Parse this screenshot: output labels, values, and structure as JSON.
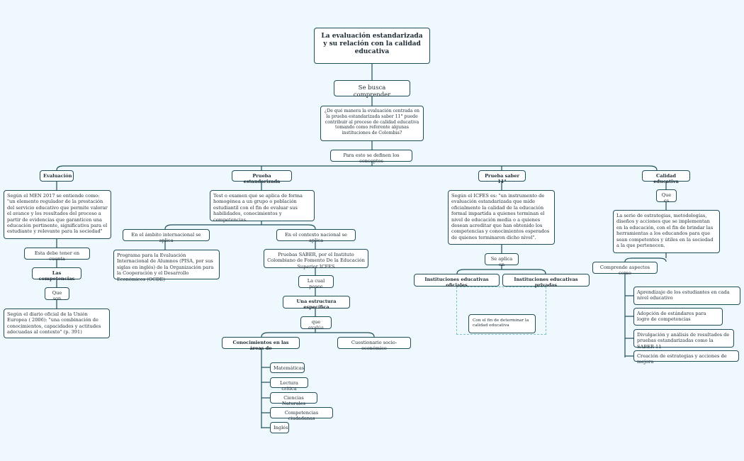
{
  "root": {
    "title": "La evaluación estandarizada y su relación con la calidad educativa"
  },
  "busca": "Se busca comprender",
  "pregunta": "¿De qué manera la evaluación centrada en la prueba estandarizada saber 11° puede contribuir al proceso de calidad educativa tomando como referente algunas instituciones de Colombia?",
  "para_esto": "Para esto se definen los conceptos",
  "evaluacion": {
    "title": "Evaluación",
    "def": "Según el MEN 2017 se entiende como: \"un elemento regulador de la prestación del servicio educativo que permite valorar el avance y los resultados del proceso a partir de evidencias que garanticen una educación pertinente, significativa para el estudiante y relevante para la sociedad\"",
    "debe": "Esta debe tener en cuenta",
    "competencias": "Las competencias",
    "que_son": "Que son",
    "segun": "Según el diario oficial de la Unión Europea ( 2006): \"una combinación de conocimientos, capacidades y actitudes adecuadas al contexto\" (p. 391)"
  },
  "prueba": {
    "title": "Prueba estandarizada",
    "def": "Test o examen que se aplica de forma homogénea a un grupo o población estudiantil con el fin de evaluar sus habilidades, conocimientos y competencias.",
    "internacional": "En el ámbito internacional se aplica",
    "pisa": " Programa para la Evaluación Internacional de Alumnos (PISA, por sus siglas en inglés) de la Organización para la Cooperación y el Desarrollo Económicos (OCDE)",
    "nacional": "En el contexto nacional se aplica",
    "saber": "Pruebas SABER, por el Instituto Colombiano de Fomento De la Educación Superior ICFES",
    "posee": "La cual posee",
    "estructura": "Una estructura específica",
    "evalua": "que evalúa",
    "conocimientos": "Conocimientos en las áreas de",
    "cuestionario": "Cuestionario socio-económico",
    "areas": [
      "Matemáticas",
      "Lectura crítica",
      "Ciencias Naturales",
      "Competencias ciudadanas",
      "Inglés"
    ]
  },
  "saber11": {
    "title": "Prueba saber 11°",
    "def": "Según el ICFES es: \"un instrumento de evaluación estandarizada que mide oficialmente la calidad de la educación formal impartida a quienes terminan el nivel de educación media o a quienes desean acreditar que han obtenido los competencias y conocimientos esperados de quienes terminaron dicho nivel\".",
    "aplica": "Se aplica en",
    "oficiales": "Instituciones educativas oficiales",
    "privadas": "Instituciones educativas privadas",
    "fin": "Con el fin de determinar la calidad educativa"
  },
  "calidad": {
    "title": "Calidad educativa",
    "que_es": "Que es",
    "def": "La serie de estrategias, metodologías, diseños y acciones que se implementan en la educación, con el fin de brindar las herramientas a los educandos para que sean competentes y útiles en la sociedad a la que pertenecen.",
    "comprende": "Comprende aspectos como",
    "aspectos": [
      "Aprendizaje de los estudiantes en cada nivel educativo",
      "Adopción de estándares para logro de competencias",
      "Divulgación y análisis de resultados de pruebas estandarizadas como la SABER 11",
      "Creación de estrategias y acciones de mejora"
    ]
  }
}
